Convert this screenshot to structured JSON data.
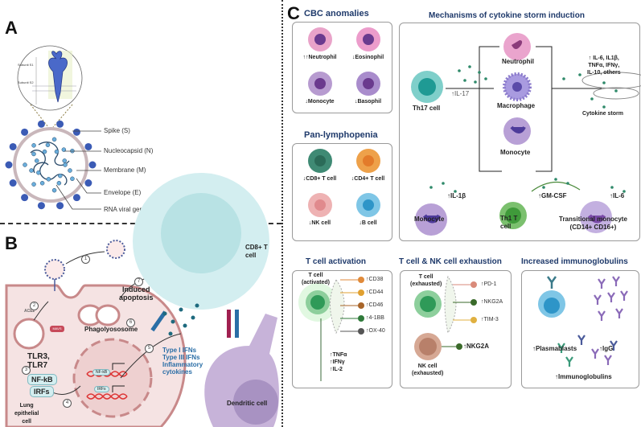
{
  "panels": {
    "a": {
      "letter": "A",
      "spike_inset": {
        "subunit_s1": "Subunit S1",
        "subunit_s2": "Subunit S2"
      },
      "virus_labels": [
        "Spike (S)",
        "Nucleocapsid (N)",
        "Membrane (M)",
        "Envelope (E)",
        "RNA viral genome"
      ]
    },
    "b": {
      "letter": "B",
      "ace2": "ACE2",
      "mavs": "MAVS",
      "tlr": "TLR3,\nTLR7",
      "nfkb": "NF-kB",
      "irfs": "IRFs",
      "phagolysosome": "Phagolyososome",
      "induced_apoptosis": "Induced\napoptosis",
      "cd8_t_cell": "CD8+ T\ncell",
      "dendritic_cell": "Dendritic cell",
      "lung_cell": "Lung\nepithelial\ncell",
      "cytokines": "Type I IFNs\nType III IFNs\nInflammatory\ncytokines",
      "steps": [
        "1",
        "2",
        "3",
        "4",
        "5",
        "6",
        "7"
      ]
    },
    "c": {
      "letter": "C",
      "cbc": {
        "title": "CBC anomalies",
        "cells": [
          {
            "label": "↑↑Neutrophil",
            "color": "#e9a3c9"
          },
          {
            "label": "↓Eosinophil",
            "color": "#ec9ccb"
          },
          {
            "label": "↓Monocyte",
            "color": "#b79bd0"
          },
          {
            "label": "↓Basophil",
            "color": "#a98ccc"
          }
        ]
      },
      "lymphopenia": {
        "title": "Pan-lymphopenia",
        "cells": [
          {
            "label": "↓CD8+ T cell",
            "color": "#3f8a74",
            "nucleus": "#2b6b58"
          },
          {
            "label": "↓CD4+ T cell",
            "color": "#eea14a",
            "nucleus": "#e37b2a"
          },
          {
            "label": "↓NK cell",
            "color": "#eeb2b3",
            "nucleus": "#e08a8d"
          },
          {
            "label": "↓B cell",
            "color": "#7fc6e6",
            "nucleus": "#2e95c8"
          }
        ]
      },
      "cytokine_storm": {
        "title": "Mechanisms of cytokine storm induction",
        "th17": "Th17 cell",
        "il17": "↑IL-17",
        "neutrophil": "Neutrophil",
        "macrophage": "Macrophage",
        "monocyte": "Monocyte",
        "storm_cytokines": "↑ IL-6, IL1β,\nTNFα, IFNγ,\nIL-10, others",
        "storm": "Cytokine storm",
        "monocyte2": "Monocyte",
        "il1b": "↑IL-1β",
        "th1": "Th1 T\ncell",
        "gmcsf": "↑GM-CSF",
        "transitional": "Transitional monocyte\n(CD14+ CD16+)",
        "il6": "↑IL-6"
      },
      "t_activation": {
        "title": "T cell activation",
        "cell": "T cell\n(activated)",
        "markers": [
          "↑CD38",
          "↑CD44",
          "↑CD46",
          "↑4-1BB",
          "↑OX-40"
        ],
        "cytokines": "↑TNFα\n↑IFNγ\n↑IL-2"
      },
      "exhaustion": {
        "title": "T cell & NK cell exhaustion",
        "t_cell": "T cell\n(exhausted)",
        "markers": [
          "↑PD-1",
          "↑NKG2A",
          "↑TIM-3"
        ],
        "nk_marker": "↑NKG2A",
        "nk_cell": "NK cell\n(exhausted)"
      },
      "immunoglobulins": {
        "title": "Increased immunoglobulins",
        "plasmablasts": "↑Plasmablasts",
        "igg": "↑IgG",
        "ig": "↑Immunoglobulins"
      }
    }
  },
  "colors": {
    "title_blue": "#1f3a6b",
    "spike_blue": "#3b5bb5",
    "cell_pink": "#f5e3e3",
    "membrane": "#c8898a",
    "cd8_cyan": "#d3eef0",
    "dendritic": "#c7b3d9"
  }
}
